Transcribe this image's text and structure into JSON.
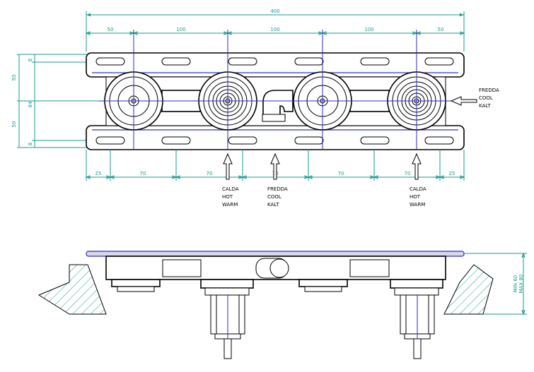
{
  "dimensions": {
    "overall": "400",
    "top_spans": [
      "50",
      "100",
      "100",
      "100",
      "50"
    ],
    "bottom_spans": [
      "25",
      "70",
      "70",
      "70",
      "70",
      "70",
      "25"
    ],
    "left_side": [
      "8",
      "50",
      "84",
      "50",
      "8"
    ],
    "depth_min": "MIN 60",
    "depth_max": "MAX 80"
  },
  "labels": {
    "right_arrow": [
      "FREDDA",
      "COOL",
      "KALT"
    ],
    "bottom_left": [
      "CALDA",
      "HOT",
      "WARM"
    ],
    "bottom_middle": [
      "FREDDA",
      "COOL",
      "KALT"
    ],
    "bottom_right": [
      "CALDA",
      "HOT",
      "WARM"
    ]
  },
  "colors": {
    "dimension": "#1a9a8e",
    "outline": "#000000",
    "centerline": "#2e2ebd"
  }
}
